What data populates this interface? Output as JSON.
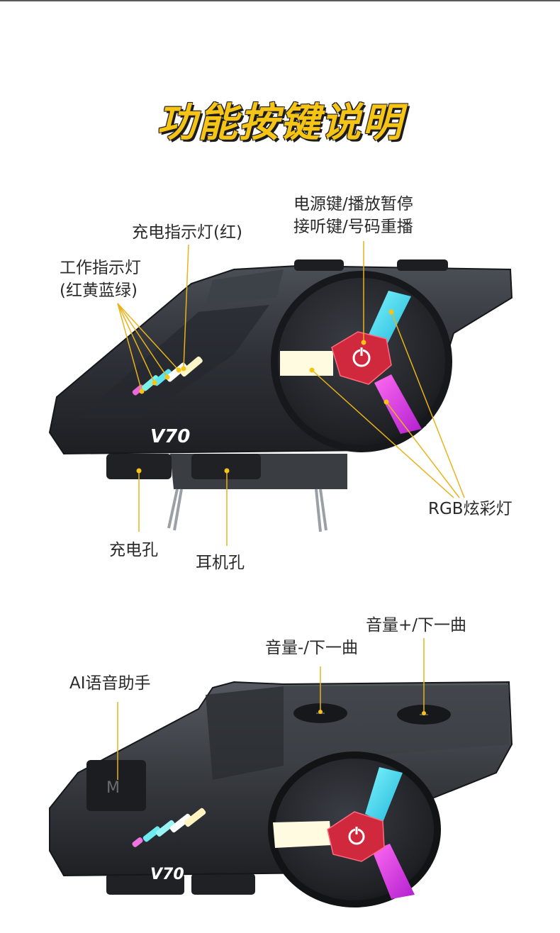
{
  "title": "功能按键说明",
  "device_brand": "V70",
  "top_view": {
    "labels": {
      "power": [
        "电源键/播放暂停",
        "接听键/号码重播"
      ],
      "charging_indicator": "充电指示灯(红)",
      "working_indicator": [
        "工作指示灯",
        "(红黄蓝绿)"
      ],
      "rgb_light": "RGB炫彩灯",
      "charging_port": "充电孔",
      "earphone_port": "耳机孔"
    }
  },
  "side_view": {
    "labels": {
      "volume_up": "音量+/下一曲",
      "volume_down": "音量-/下一曲",
      "ai_assistant": "AI语音助手"
    },
    "m_button_text": "M"
  },
  "colors": {
    "title_fill": "#f6c415",
    "callout_line": "#e8b31a",
    "callout_dot": "#f6c415",
    "body_dark": "#2b2e33",
    "power_red": "#d0283c",
    "led_cyan": "#34e3e8",
    "led_magenta": "#e53bd8",
    "led_white": "#fffbe0"
  }
}
